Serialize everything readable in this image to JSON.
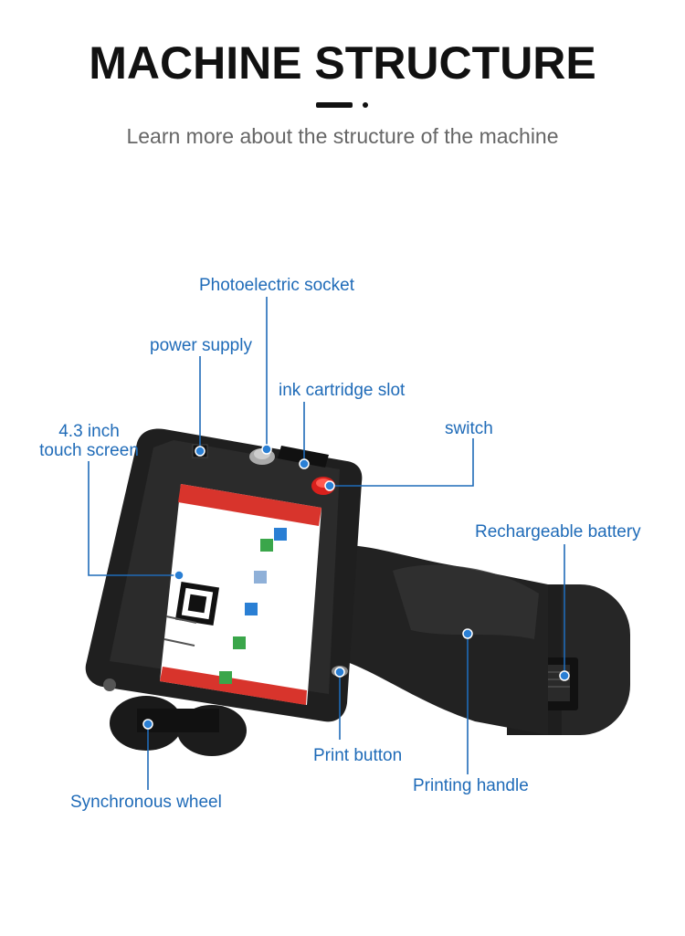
{
  "header": {
    "title": "MACHINE STRUCTURE",
    "subtitle": "Learn more about the structure of the machine"
  },
  "labels": {
    "photoelectric_socket": "Photoelectric socket",
    "power_supply": "power supply",
    "ink_cartridge_slot": "ink cartridge slot",
    "switch": "switch",
    "touch_screen_line1": "4.3 inch",
    "touch_screen_line2": "touch screen",
    "rechargeable_battery": "Rechargeable battery",
    "print_button": "Print button",
    "printing_handle": "Printing handle",
    "synchronous_wheel": "Synchronous wheel"
  },
  "colors": {
    "accent": "#1f6bb8",
    "callout_dot": "#2a7fd4",
    "body": "#1c1c1c",
    "screen_red": "#d8342c",
    "switch_red": "#d8201c"
  }
}
